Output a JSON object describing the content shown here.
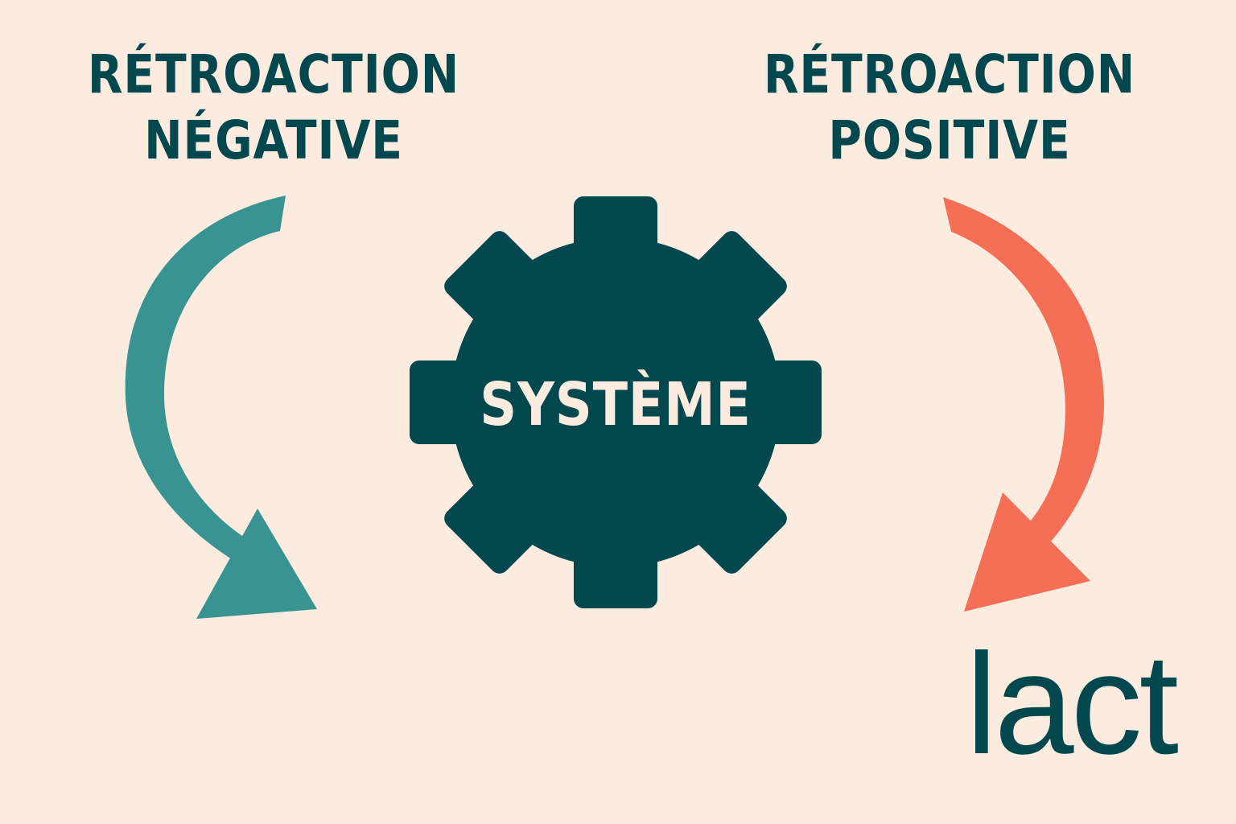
{
  "colors": {
    "background": "#fcecdf",
    "text_dark": "#03474f",
    "negative_arrow": "#3a9393",
    "positive_arrow": "#f46f55",
    "gear": "#03474f",
    "gear_text": "#fcecdf"
  },
  "negative": {
    "line1": "RÉTROACTION",
    "line2": "NÉGATIVE",
    "arrow_icon": "curved-arrow-down-right"
  },
  "positive": {
    "line1": "RÉTROACTION",
    "line2": "POSITIVE",
    "arrow_icon": "curved-arrow-down-left"
  },
  "system": {
    "label": "SYSTÈME",
    "icon": "gear-icon"
  },
  "logo": {
    "text": "lact"
  }
}
